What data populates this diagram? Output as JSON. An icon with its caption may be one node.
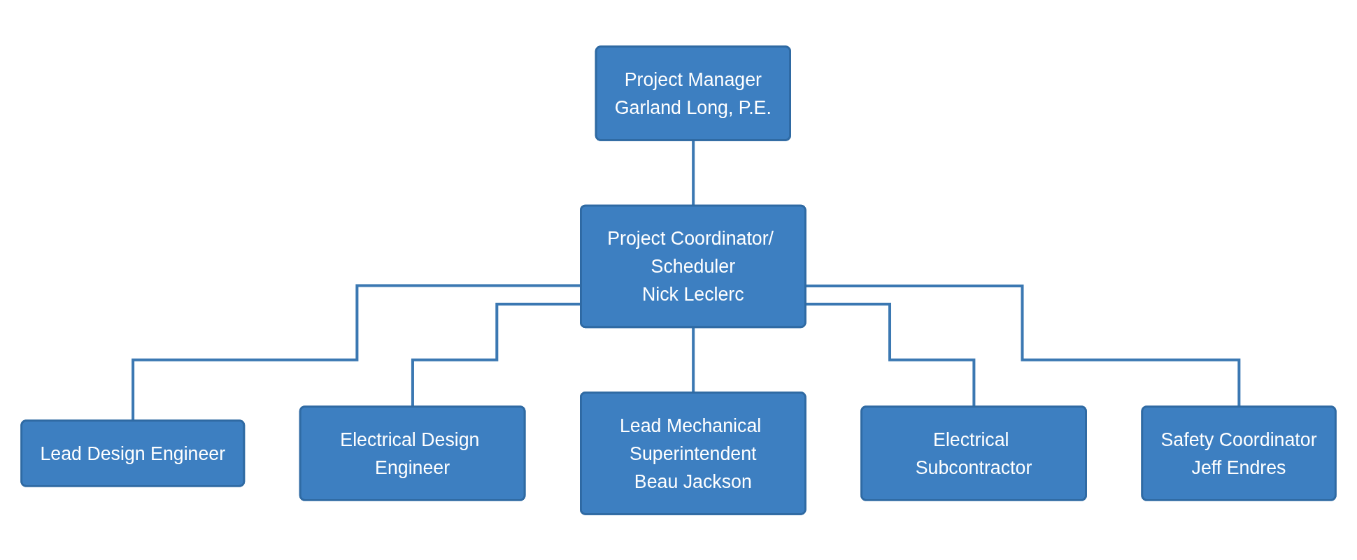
{
  "diagram": {
    "nodes": [
      {
        "text": [
          "Project Manager",
          "Garland Long, P.E."
        ]
      },
      {
        "text": [
          "Project Coordinator/ Scheduler",
          "Nick Leclerc"
        ]
      },
      {
        "text": [
          "Lead Design Engineer"
        ]
      },
      {
        "text": [
          "Electrical Design Engineer"
        ]
      },
      {
        "text": [
          "Lead Mechanical Superintendent",
          "Beau Jackson"
        ]
      },
      {
        "text": [
          "Electrical Subcontractor"
        ]
      },
      {
        "text": [
          "Safety Coordinator",
          "Jeff Endres"
        ]
      }
    ],
    "edges": [
      {
        "from": 0,
        "to": 1,
        "arrow": "none"
      },
      {
        "from": 1,
        "to": 2,
        "arrow": "none"
      },
      {
        "from": 1,
        "to": 3,
        "arrow": "none"
      },
      {
        "from": 1,
        "to": 4,
        "arrow": "none"
      },
      {
        "from": 1,
        "to": 5,
        "arrow": "none"
      },
      {
        "from": 1,
        "to": 6,
        "arrow": "none"
      }
    ]
  }
}
